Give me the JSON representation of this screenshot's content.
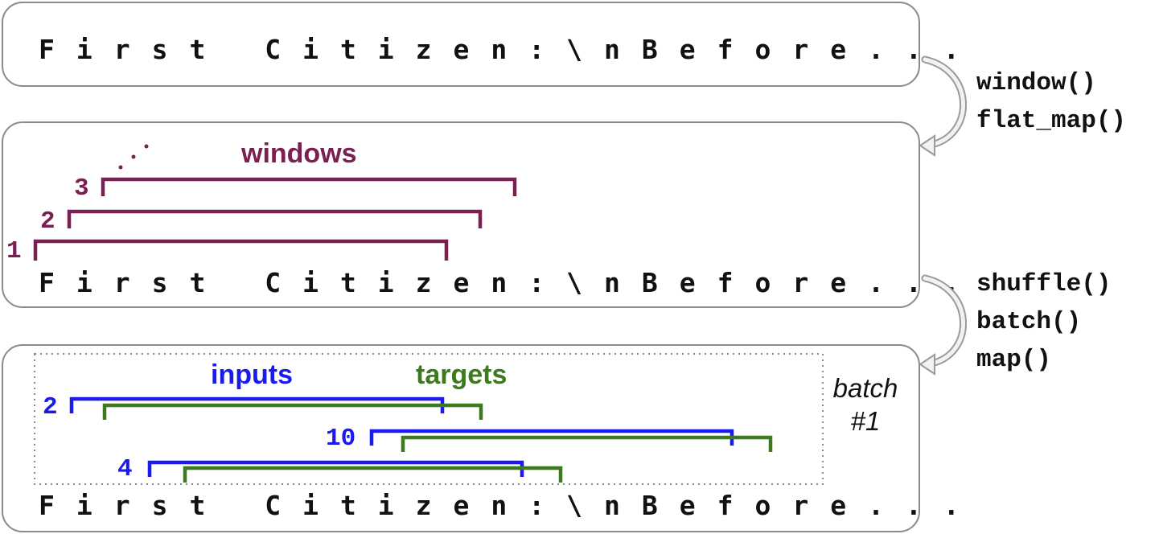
{
  "sequence_text": "First Citizen:\\nBefore...",
  "operations": {
    "step1": [
      "window()",
      "flat_map()"
    ],
    "step2": [
      "shuffle()",
      "batch()",
      "map()"
    ]
  },
  "panel2": {
    "label": "windows",
    "window_numbers": [
      "3",
      "2",
      "1"
    ]
  },
  "panel3": {
    "inputs_label": "inputs",
    "targets_label": "targets",
    "sample_numbers": [
      "2",
      "10",
      "4"
    ],
    "batch_label_line1": "batch",
    "batch_label_line2": "#1"
  },
  "colors": {
    "windows": "#7a1f52",
    "inputs": "#1a1aee",
    "targets": "#3d7a1f",
    "text": "#111111",
    "border": "#8a8a8a"
  }
}
